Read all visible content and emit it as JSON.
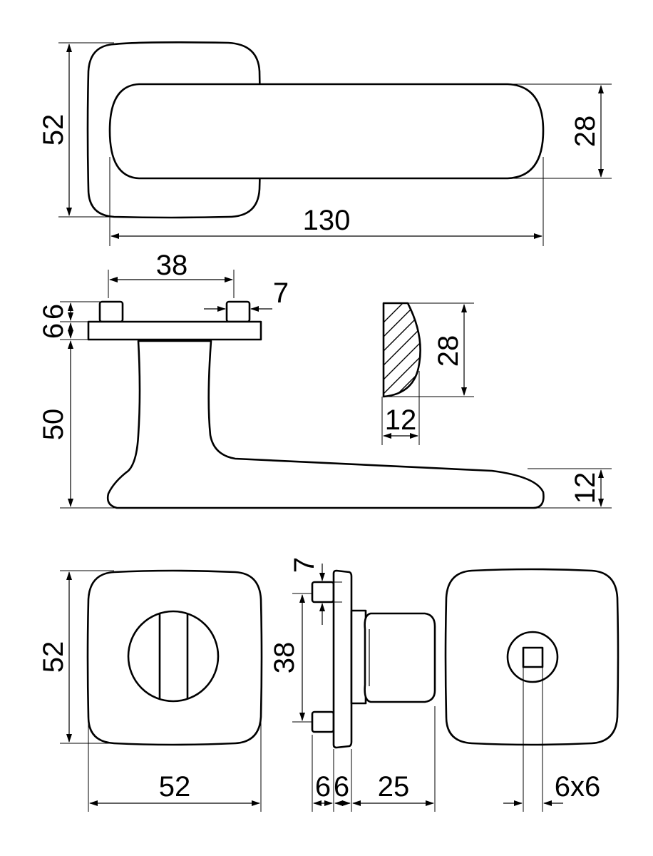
{
  "drawing": {
    "top_view": {
      "rose_height": "52",
      "lever_width": "28",
      "lever_length": "130"
    },
    "side_view": {
      "pin_spacing": "38",
      "pin_size": "7",
      "pin_height": "6",
      "plate_thickness": "6",
      "height": "50",
      "tip_height": "12"
    },
    "section": {
      "height": "28",
      "width": "12"
    },
    "bottom_view": {
      "rose_height": "52",
      "rose_width": "52",
      "pin_size": "7",
      "pin_spacing": "38",
      "plate_thickness_a": "6",
      "plate_thickness_b": "6",
      "knob_length": "25",
      "spindle_size": "6x6"
    }
  }
}
